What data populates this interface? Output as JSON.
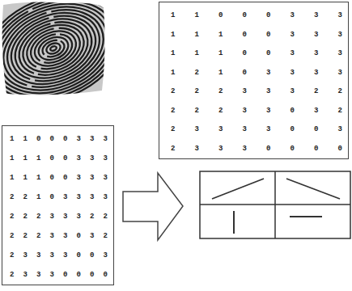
{
  "diagram": {
    "nodes": [
      {
        "text": [
          "1",
          "1",
          "0",
          "0",
          "0",
          "3",
          "3",
          "3",
          "1",
          "1",
          "1",
          "0",
          "0",
          "3",
          "3",
          "3",
          "1",
          "1",
          "1",
          "0",
          "0",
          "3",
          "3",
          "3",
          "1",
          "2",
          "1",
          "0",
          "3",
          "3",
          "3",
          "3",
          "2",
          "2",
          "2",
          "3",
          "3",
          "3",
          "2",
          "2",
          "2",
          "2",
          "2",
          "3",
          "3",
          "0",
          "3",
          "2",
          "2",
          "3",
          "3",
          "3",
          "3",
          "0",
          "0",
          "3",
          "2",
          "3",
          "3",
          "3",
          "0",
          "0",
          "0",
          "0"
        ]
      },
      {
        "text": [
          "1",
          "1",
          "0",
          "0",
          "0",
          "3",
          "3",
          "3",
          "1",
          "1",
          "1",
          "0",
          "0",
          "3",
          "3",
          "3",
          "1",
          "1",
          "1",
          "0",
          "0",
          "3",
          "3",
          "3",
          "2",
          "2",
          "1",
          "0",
          "3",
          "3",
          "3",
          "3",
          "2",
          "2",
          "2",
          "3",
          "3",
          "3",
          "2",
          "2",
          "2",
          "2",
          "2",
          "3",
          "3",
          "0",
          "3",
          "2",
          "2",
          "3",
          "3",
          "3",
          "3",
          "0",
          "0",
          "3",
          "2",
          "3",
          "3",
          "3",
          "0",
          "0",
          "0",
          "0"
        ]
      }
    ]
  }
}
